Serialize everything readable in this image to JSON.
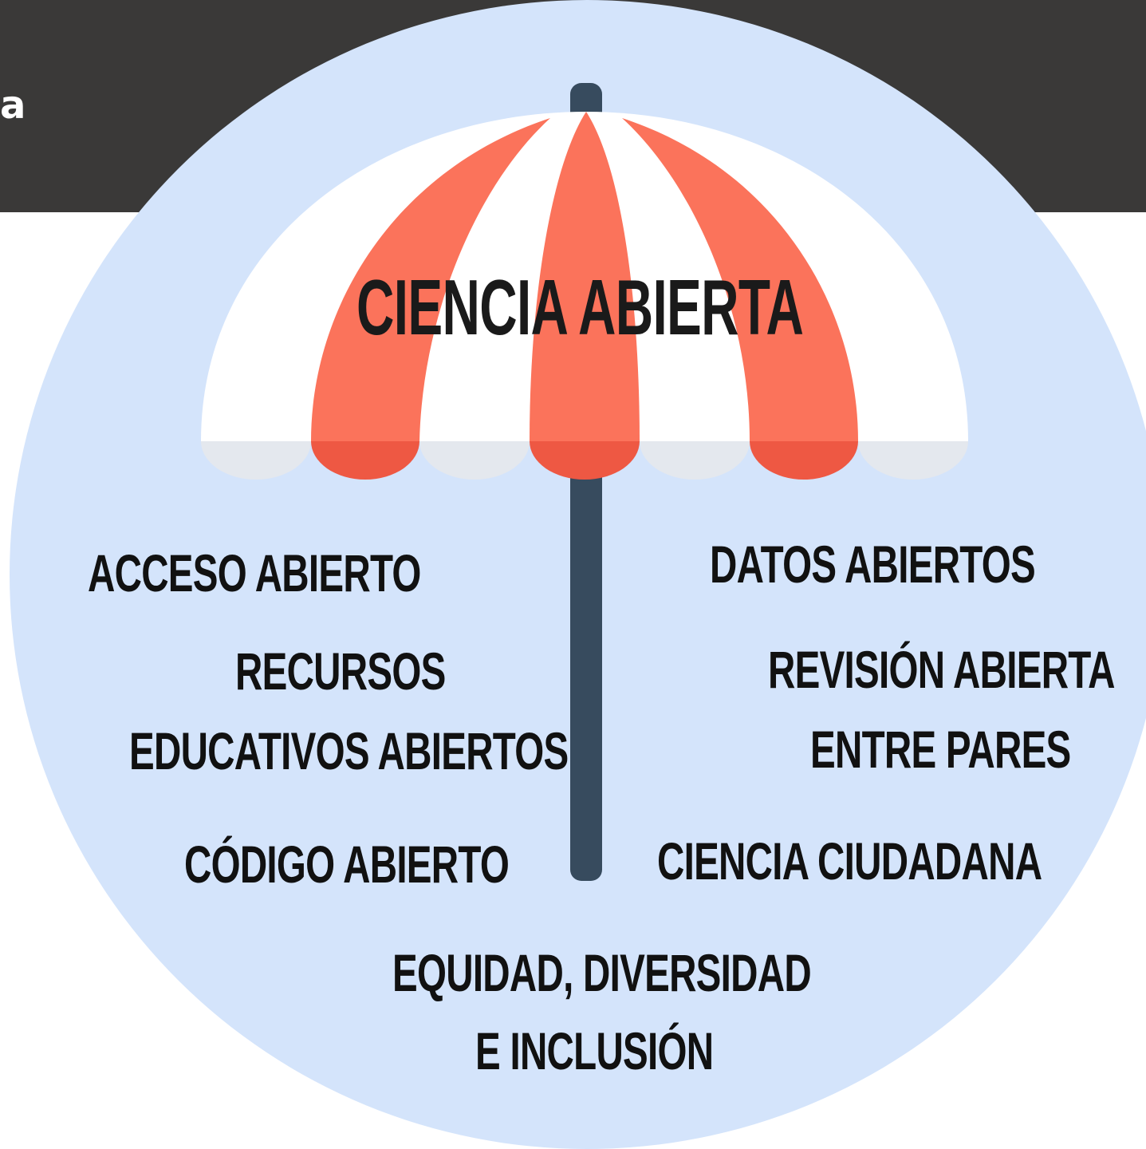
{
  "header": {
    "fragment": "a"
  },
  "diagram": {
    "title": "CIENCIA ABIERTA",
    "components": [
      {
        "key": "acceso",
        "label": "ACCESO ABIERTO"
      },
      {
        "key": "datos",
        "label": "DATOS ABIERTOS"
      },
      {
        "key": "recursos",
        "line1": "RECURSOS",
        "line2": "EDUCATIVOS ABIERTOS"
      },
      {
        "key": "revision",
        "line1": "REVISIÓN ABIERTA",
        "line2": "ENTRE PARES"
      },
      {
        "key": "codigo",
        "label": "CÓDIGO ABIERTO"
      },
      {
        "key": "ciudadana",
        "label": "CIENCIA CIUDADANA"
      },
      {
        "key": "equidad",
        "line1": "EQUIDAD, DIVERSIDAD",
        "line2": "E INCLUSIÓN"
      }
    ]
  },
  "colors": {
    "header": "#3a3938",
    "circle": "#d4e4fb",
    "stripe": "#fb735b",
    "stripe_dark": "#ee5843",
    "canopy_white": "#ffffff",
    "scallop_white": "#e4e8ee",
    "pole": "#374b5e",
    "text": "#111111"
  }
}
